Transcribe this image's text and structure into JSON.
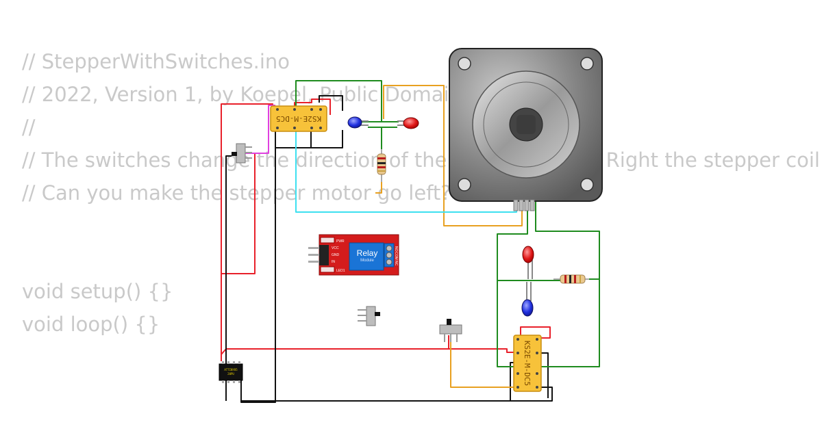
{
  "code": {
    "lines": [
      "// StepperWithSwitches.ino",
      "// 2022, Version 1, by Koepel, Public Domain",
      "//",
      "// The switches change the direction of the stepper motor. Right the stepper coil",
      "// Can you make the stepper motor go left?",
      "",
      "",
      "void setup() {}",
      "void loop() {}"
    ]
  },
  "relay_top": {
    "label": "KS2E-M-DC5"
  },
  "relay_bottom": {
    "label": "KS2E-M-DC5"
  },
  "relay_module": {
    "title": "Relay",
    "subtitle": "Module",
    "pin_vcc": "VCC",
    "pin_gnd": "GND",
    "pin_in": "IN",
    "pin_no": "NO",
    "pin_com": "COM",
    "pin_nc": "NC",
    "led_pwr": "PWR",
    "led_led1": "LED1"
  },
  "mcu": {
    "line1": "ATTINY85",
    "line2": "20PU"
  },
  "colors": {
    "red_wire": "#e8202a",
    "black_wire": "#111111",
    "green_wire": "#1e8b1e",
    "orange_wire": "#e8a020",
    "cyan_wire": "#3de0f0",
    "magenta_wire": "#e040e0",
    "relay_body": "#f7c23a",
    "relay_module_board": "#d41c1c",
    "relay_module_block": "#1a74d6"
  }
}
